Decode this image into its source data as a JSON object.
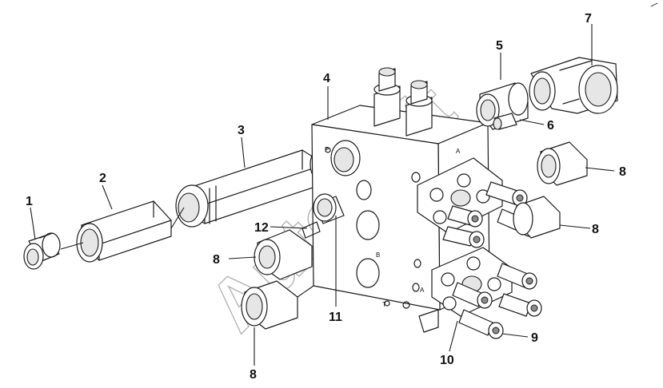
{
  "diagram": {
    "callouts": [
      {
        "label": "1"
      },
      {
        "label": "2"
      },
      {
        "label": "3"
      },
      {
        "label": "4"
      },
      {
        "label": "5"
      },
      {
        "label": "6"
      },
      {
        "label": "7"
      },
      {
        "label": "8"
      },
      {
        "label": "8"
      },
      {
        "label": "8"
      },
      {
        "label": "8"
      },
      {
        "label": "9"
      },
      {
        "label": "10"
      },
      {
        "label": "11"
      },
      {
        "label": "12"
      }
    ],
    "port_markings": {
      "a": "A",
      "b": "B",
      "p": "P",
      "t": "T",
      "small_a": "A"
    },
    "watermark": "AutoSoft"
  }
}
